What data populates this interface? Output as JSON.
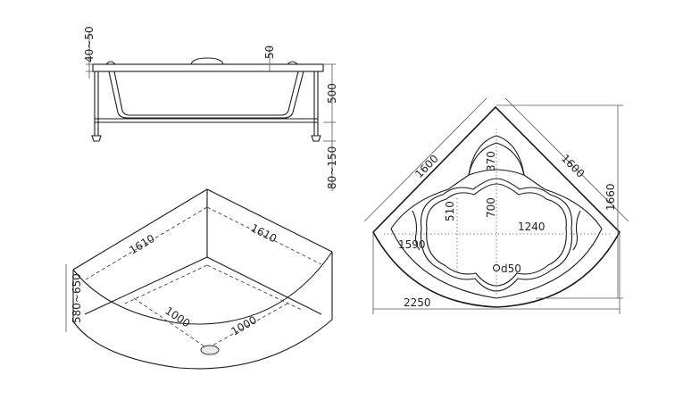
{
  "side_view": {
    "rim_label": "40~50",
    "rim_step_label": "50",
    "depth_label": "500",
    "legs_label": "80~150"
  },
  "iso_view": {
    "side_a_label": "1610",
    "side_b_label": "1610",
    "inner_a_label": "1000",
    "inner_b_label": "1000",
    "height_label": "580~650"
  },
  "top_view": {
    "edge_left_label": "1600",
    "edge_right_label": "1600",
    "seat_label": "370",
    "inner_depth_label": "700",
    "seat_depth_label": "510",
    "inner_width_label": "1240",
    "width_label": "1590",
    "drain_label": "d50",
    "height_label": "1660",
    "overall_label": "2250"
  }
}
